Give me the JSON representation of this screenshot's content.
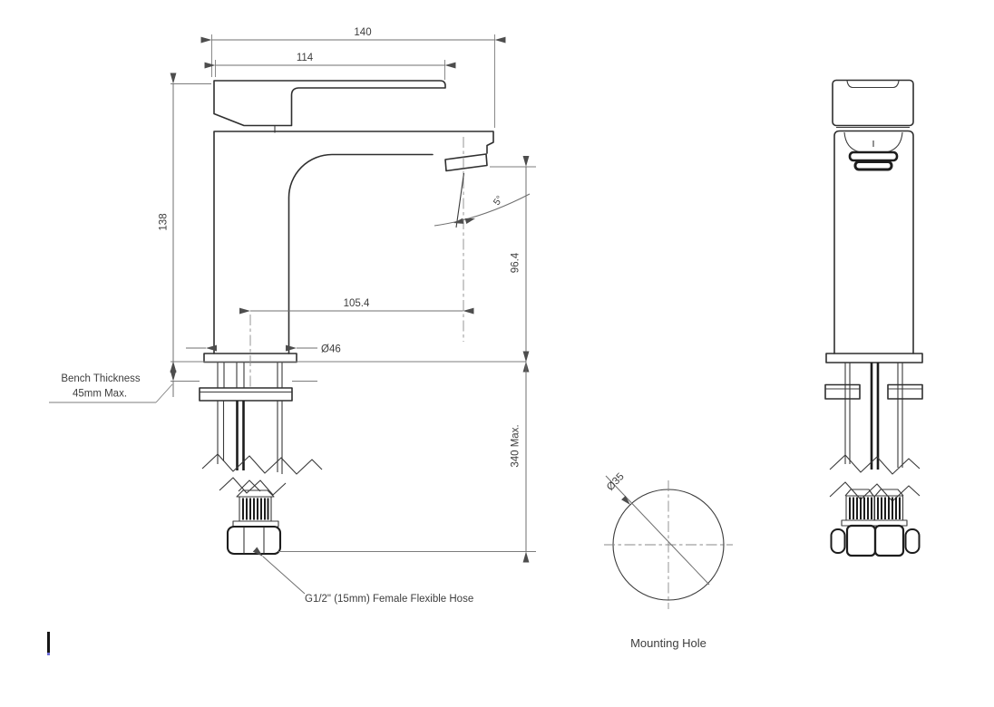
{
  "drawing": {
    "background": "#ffffff",
    "colors": {
      "object_line": "#2f2f2f",
      "dimension_line": "#6f6f6f",
      "centerline": "#8a8a8a",
      "text": "#3d3d3d",
      "cursor": "#161616"
    },
    "front": {
      "dims": {
        "width_overall": "140",
        "width_handle": "114",
        "height_body": "138",
        "reach_outlet": "105.4",
        "height_outlet": "96.4",
        "angle_outlet": "5°",
        "dia_base": "Ø46",
        "hose_max": "340 Max."
      },
      "notes": {
        "bench_line1": "Bench Thickness",
        "bench_line2": "45mm Max.",
        "hose": "G1/2\" (15mm) Female Flexible Hose"
      }
    },
    "mounting_hole": {
      "diameter": "Ø35",
      "caption": "Mounting Hole"
    }
  }
}
